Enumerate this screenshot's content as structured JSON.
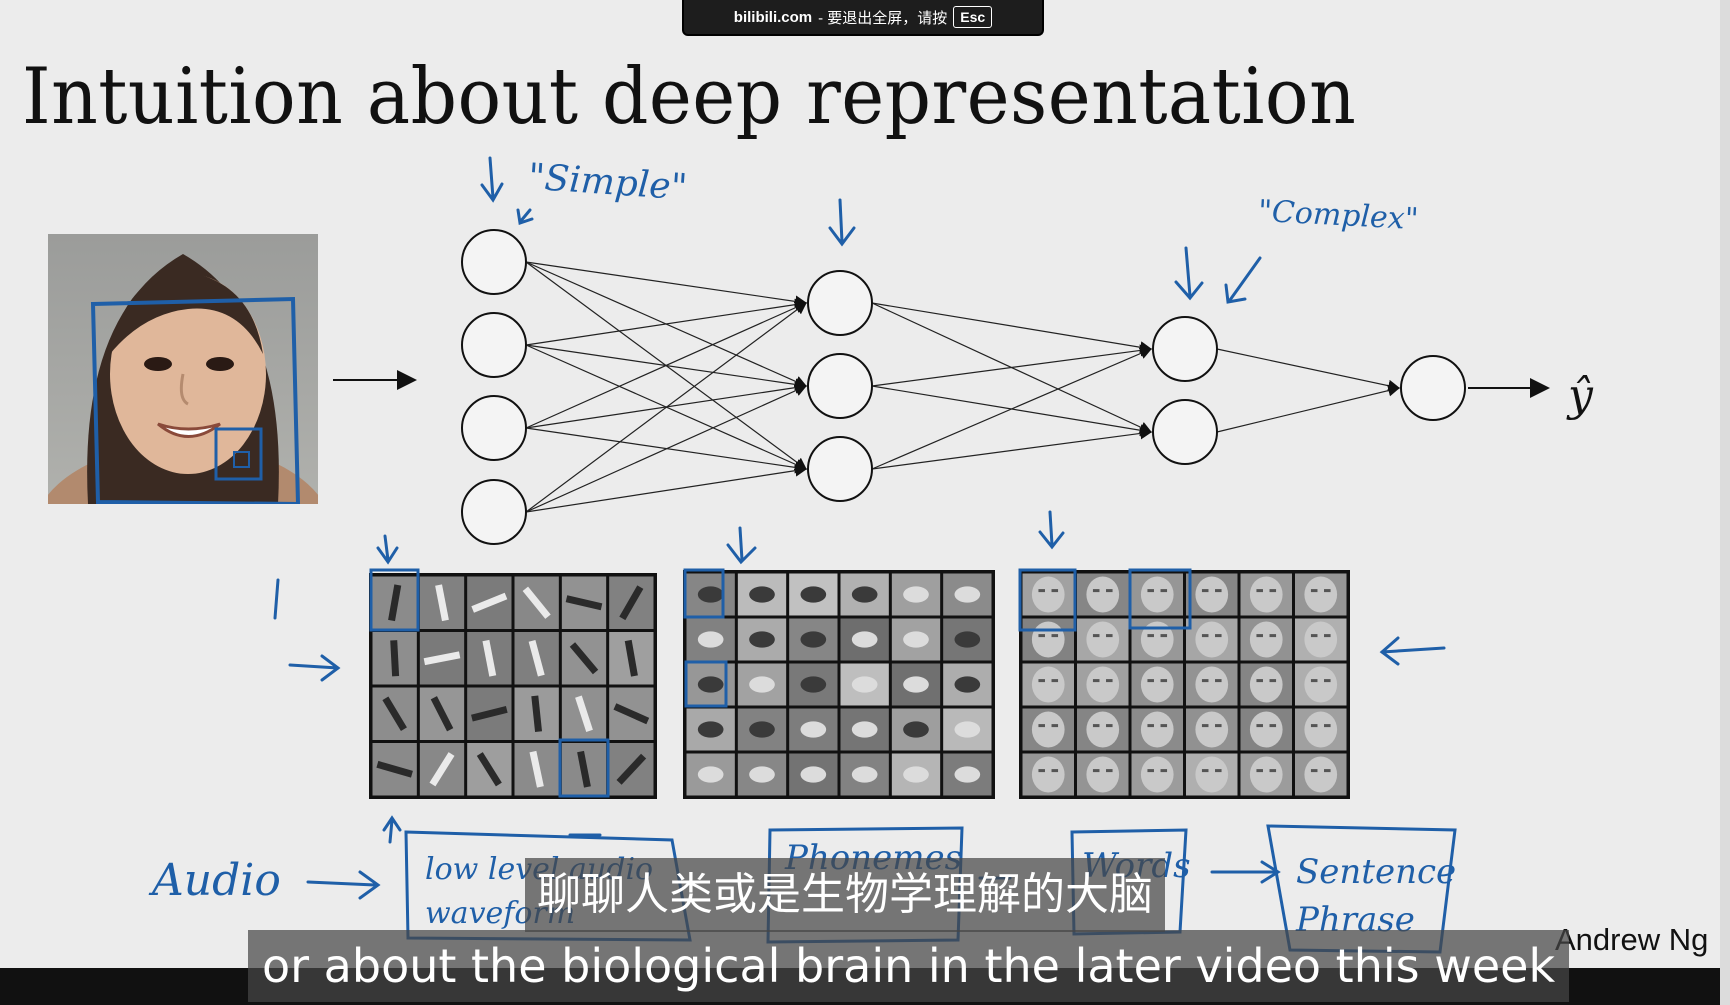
{
  "topbar": {
    "site": "bilibili.com",
    "message": "- 要退出全屏，请按",
    "key": "Esc"
  },
  "slide": {
    "title": "Intuition about deep representation",
    "author": "Andrew Ng",
    "output_label": "ŷ",
    "annotations": {
      "simple": "\"Simple\"",
      "complex": "\"Complex\"",
      "audio": "Audio",
      "low_level": "low level audio waveform",
      "phonemes": "Phonemes",
      "words": "Words",
      "sentence": "Sentence Phrase",
      "one": "1"
    },
    "network": {
      "layer_sizes": [
        4,
        3,
        2,
        1
      ]
    },
    "feature_grids": [
      {
        "name": "edges",
        "rows": 4,
        "cols": 6
      },
      {
        "name": "parts",
        "rows": 5,
        "cols": 6
      },
      {
        "name": "faces",
        "rows": 5,
        "cols": 6
      }
    ]
  },
  "subtitles": {
    "chinese": "聊聊人类或是生物学理解的大脑",
    "english": "or about the biological brain in the later video this week"
  },
  "colors": {
    "background": "#ececec",
    "ink": "#111111",
    "pen_blue": "#1f5fa8",
    "subtitle_bg": "#464646"
  }
}
